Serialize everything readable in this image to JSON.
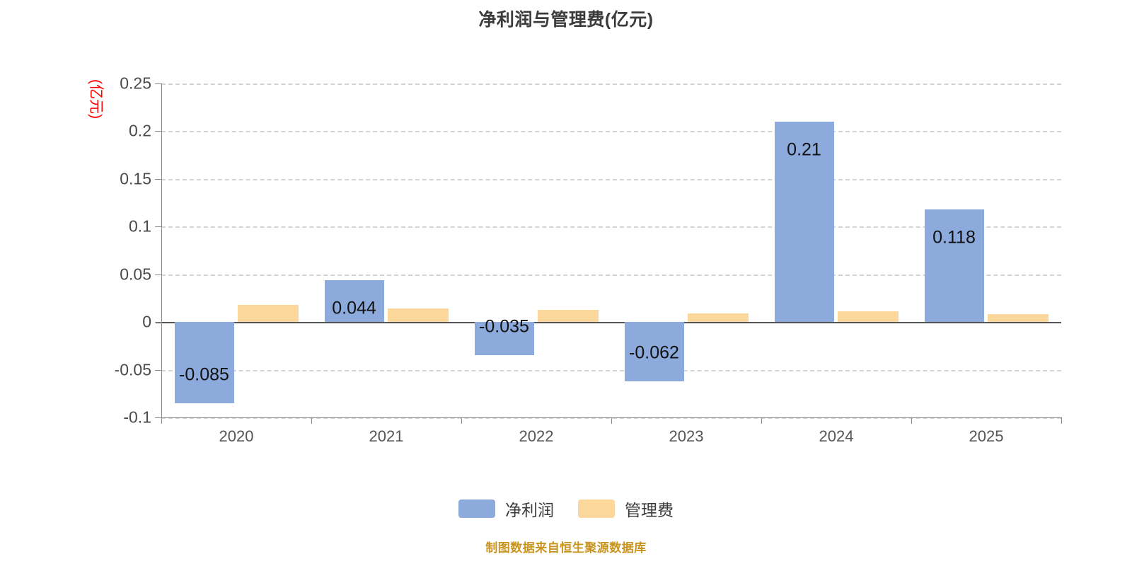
{
  "chart_data": {
    "type": "bar",
    "title": "净利润与管理费(亿元)",
    "xlabel": "",
    "ylabel": "(亿元)",
    "categories": [
      "2020",
      "2021",
      "2022",
      "2023",
      "2024",
      "2025"
    ],
    "series": [
      {
        "name": "净利润",
        "color": "#8CAADC",
        "values": [
          -0.085,
          0.044,
          -0.035,
          -0.062,
          0.21,
          0.118
        ],
        "labels": [
          "-0.085",
          "0.044",
          "-0.035",
          "-0.062",
          "0.21",
          "0.118"
        ]
      },
      {
        "name": "管理费",
        "color": "#FCD79C",
        "values": [
          0.018,
          0.0145,
          0.0128,
          0.009,
          0.011,
          0.0085
        ],
        "labels": [
          "",
          "",
          "",
          "",
          "",
          ""
        ]
      }
    ],
    "ylim": [
      -0.1,
      0.25
    ],
    "yticks": [
      0.25,
      0.2,
      0.15,
      0.1,
      0.05,
      0,
      -0.05,
      -0.1
    ],
    "ytick_labels": [
      "0.25",
      "0.2",
      "0.15",
      "0.1",
      "0.05",
      "0",
      "-0.05",
      "-0.1"
    ],
    "grid": true,
    "grid_style": "dashed",
    "grid_color": "#d3d3d3",
    "legend_position": "bottom"
  },
  "legend": {
    "items": [
      {
        "label": "净利润",
        "color": "#8CAADC"
      },
      {
        "label": "管理费",
        "color": "#FCD79C"
      }
    ]
  },
  "footer": {
    "source_note": "制图数据来自恒生聚源数据库",
    "color": "#c8941e"
  }
}
